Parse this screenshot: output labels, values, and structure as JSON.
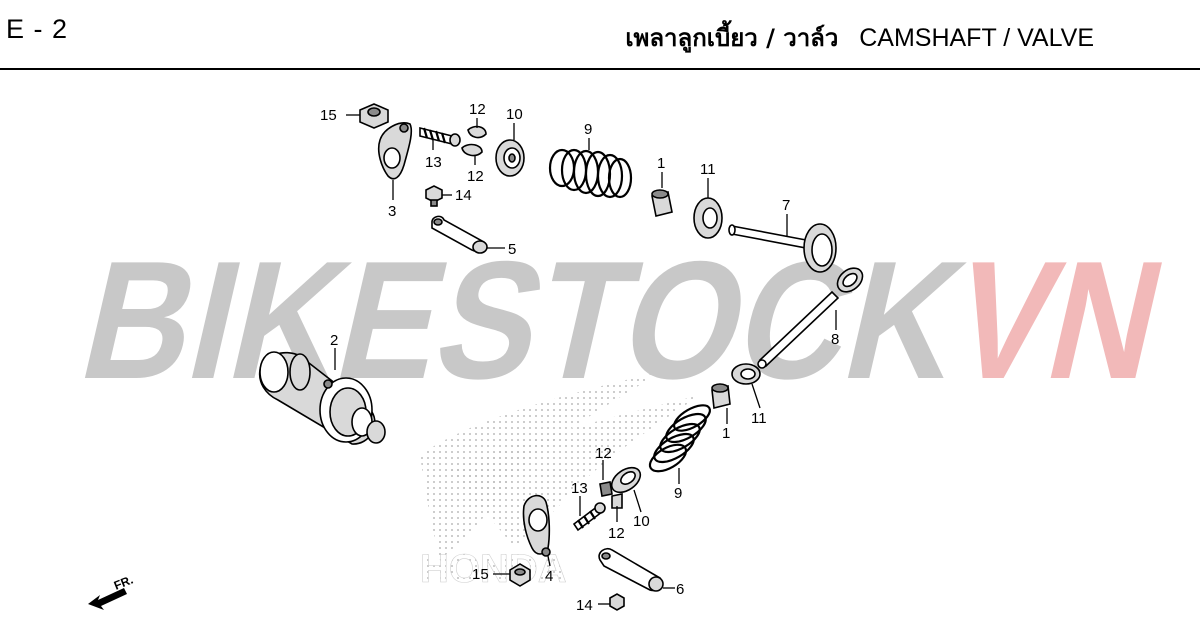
{
  "header": {
    "page_code": "E - 2",
    "title_thai": "เพลาลูกเบี้ยว / วาล์ว",
    "title_en": "CAMSHAFT / VALVE"
  },
  "watermark": {
    "text_main": "BIKESTOCK",
    "text_accent": "VN",
    "color_main": "#c8c8c8",
    "color_accent": "#f2b9b9"
  },
  "background_logo": {
    "text": "HONDA"
  },
  "direction_marker": {
    "label": "FR."
  },
  "callouts": {
    "p15_top": "15",
    "p12_a": "12",
    "p10_top": "10",
    "p9_top": "9",
    "p13_top": "13",
    "p12_b": "12",
    "p14_top": "14",
    "p3": "3",
    "p1_top": "1",
    "p11_top": "11",
    "p7": "7",
    "p5": "5",
    "p2": "2",
    "p8": "8",
    "p1_bot": "1",
    "p11_bot": "11",
    "p12_c": "12",
    "p13_bot": "13",
    "p9_bot": "9",
    "p12_d": "12",
    "p10_bot": "10",
    "p15_bot": "15",
    "p4": "4",
    "p6": "6",
    "p14_bot": "14"
  }
}
